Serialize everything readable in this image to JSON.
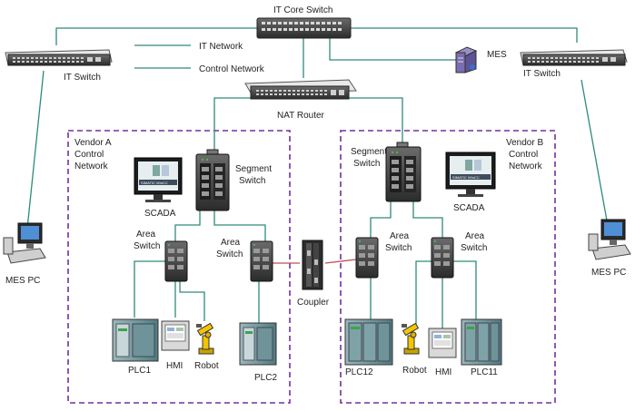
{
  "labels": {
    "it_core_switch": "IT Core Switch",
    "it_network": "IT Network",
    "control_network": "Control Network",
    "mes": "MES",
    "it_switch_left": "IT Switch",
    "it_switch_right": "IT Switch",
    "nat_router": "NAT Router",
    "vendor_a_line1": "Vendor A",
    "vendor_a_line2": "Control",
    "vendor_a_line3": "Network",
    "vendor_b_line1": "Vendor B",
    "vendor_b_line2": "Control",
    "vendor_b_line3": "Network",
    "segment_switch_a_line1": "Segment",
    "segment_switch_a_line2": "Switch",
    "segment_switch_b_line1": "Segment",
    "segment_switch_b_line2": "Switch",
    "scada_a": "SCADA",
    "scada_b": "SCADA",
    "scada_screen_text": "SIMATIC WinCC",
    "area_switch_a1_line1": "Area",
    "area_switch_a1_line2": "Switch",
    "area_switch_a2_line1": "Area",
    "area_switch_a2_line2": "Switch",
    "area_switch_b1_line1": "Area",
    "area_switch_b1_line2": "Switch",
    "area_switch_b2_line1": "Area",
    "area_switch_b2_line2": "Switch",
    "coupler": "Coupler",
    "plc1": "PLC1",
    "hmi_a": "HMI",
    "robot_a": "Robot",
    "plc2": "PLC2",
    "plc12": "PLC12",
    "robot_b": "Robot",
    "hmi_b": "HMI",
    "plc11": "PLC11",
    "mes_pc_left": "MES PC",
    "mes_pc_right": "MES PC"
  },
  "colors": {
    "it_link": "#2e8b7a",
    "control_link": "#2e8b7a",
    "coupler_link": "#c0504d",
    "vendor_boundary": "#7030a0",
    "switch_body": "#3a3a3a",
    "plc_body": "#5a8a8e"
  }
}
